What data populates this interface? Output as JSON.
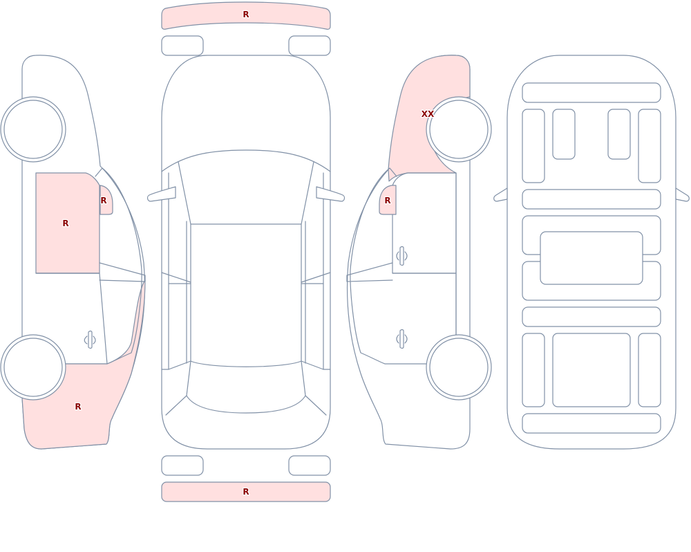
{
  "diagram": {
    "stroke_color": "#8090a6",
    "damage_fill": "#ffe0e0",
    "marker_color": "#8b0000",
    "views": [
      {
        "id": "left-side"
      },
      {
        "id": "top"
      },
      {
        "id": "right-side"
      },
      {
        "id": "underbody"
      }
    ],
    "markers": {
      "front_bumper": "R",
      "rear_bumper": "R",
      "left_rear_door": "R",
      "left_rear_quarter_window": "R",
      "left_front_fender": "R",
      "right_front_fender": "XX",
      "right_front_quarter_window": "R"
    }
  }
}
